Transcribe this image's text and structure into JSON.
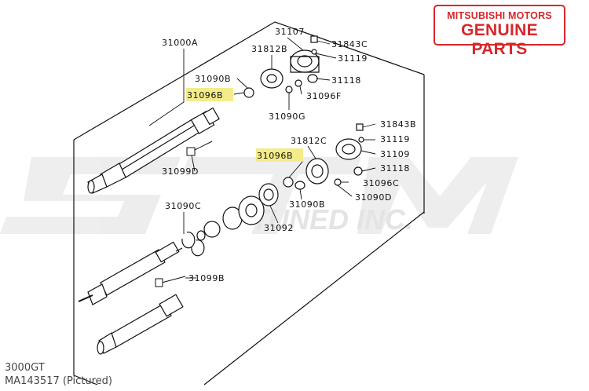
{
  "badge": {
    "line1": "MITSUBISHI MOTORS",
    "line2": "GENUINE PARTS",
    "color": "#d8262b"
  },
  "watermark": {
    "brand": "STM",
    "text": "TUNED INC.",
    "color": "#e8e8e8"
  },
  "highlight_color": "#f3ec8a",
  "labels": {
    "p31000A": "31000A",
    "p31107": "31107",
    "p31812B": "31812B",
    "p31843C": "31843C",
    "p31119a": "31119",
    "p31090B_top": "31090B",
    "p31118a": "31118",
    "p31096B_top": "31096B",
    "p31096F": "31096F",
    "p31090G": "31090G",
    "p31843B": "31843B",
    "p31119b": "31119",
    "p31812C": "31812C",
    "p31109": "31109",
    "p31096B_mid": "31096B",
    "p31118b": "31118",
    "p31099D": "31099D",
    "p31096C": "31096C",
    "p31090D": "31090D",
    "p31090C": "31090C",
    "p31090B_mid": "31090B",
    "p31092": "31092",
    "p31099B": "31099B"
  },
  "footer": {
    "model": "3000GT",
    "part": "MA143517  (Pictured)"
  }
}
